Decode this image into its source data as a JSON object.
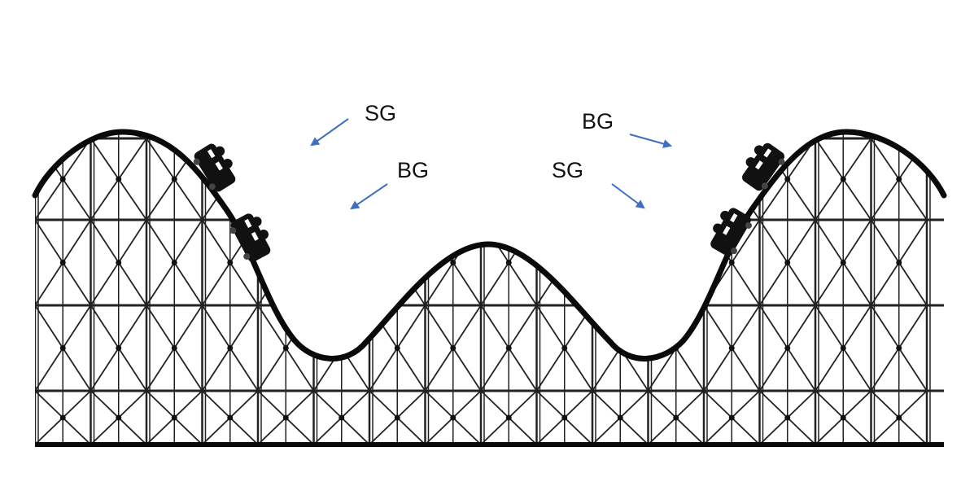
{
  "labels": {
    "left_sg": "SG",
    "left_bg": "BG",
    "right_bg": "BG",
    "right_sg": "SG"
  },
  "colors": {
    "background": "#ffffff",
    "track": "#0a0a0a",
    "lattice": "#222222",
    "arrow": "#3f6fc4",
    "label": "#111111"
  },
  "icons": {
    "cart": "roller-coaster-car-icon",
    "arrow": "arrow-icon"
  }
}
